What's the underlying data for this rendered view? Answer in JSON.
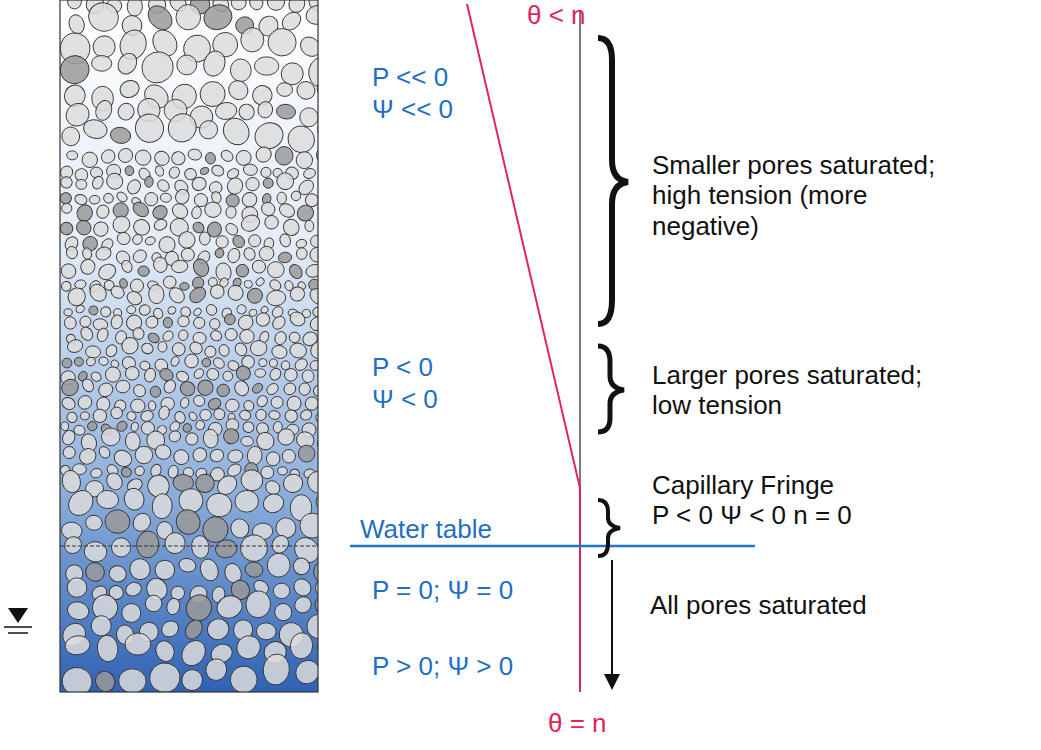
{
  "diagram": {
    "labels": [
      "θ < n",
      "P << 0",
      "Ψ << 0",
      "Smaller pores saturated; high tension (more negative)",
      "P < 0",
      "Ψ < 0",
      "Larger pores saturated; low tension",
      "Capillary Fringe",
      "P < 0 Ψ < 0  n = 0",
      "Water table",
      "P = 0; Ψ = 0",
      "All pores saturated",
      "P > 0; Ψ > 0",
      "θ = n"
    ]
  }
}
